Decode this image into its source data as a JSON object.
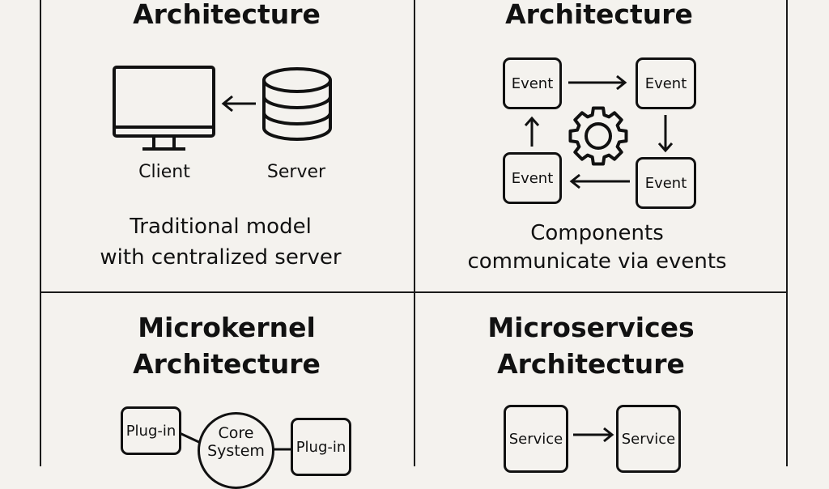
{
  "quadrants": {
    "client_server": {
      "title": "Architecture",
      "client_label": "Client",
      "server_label": "Server",
      "description_line1": "Traditional model",
      "description_line2": "with centralized server"
    },
    "event_driven": {
      "title": "Architecture",
      "events": [
        "Event",
        "Event",
        "Event",
        "Event"
      ],
      "description_line1": "Components",
      "description_line2": "communicate via events"
    },
    "microkernel": {
      "title_line1": "Microkernel",
      "title_line2": "Architecture",
      "plugin_left": "Plug-in",
      "plugin_right": "Plug-in",
      "core_line1": "Core",
      "core_line2": "System"
    },
    "microservices": {
      "title_line1": "Microservices",
      "title_line2": "Architecture",
      "services": [
        "Service",
        "Service"
      ]
    }
  },
  "colors": {
    "background": "#f4f2ee",
    "ink": "#111111"
  }
}
